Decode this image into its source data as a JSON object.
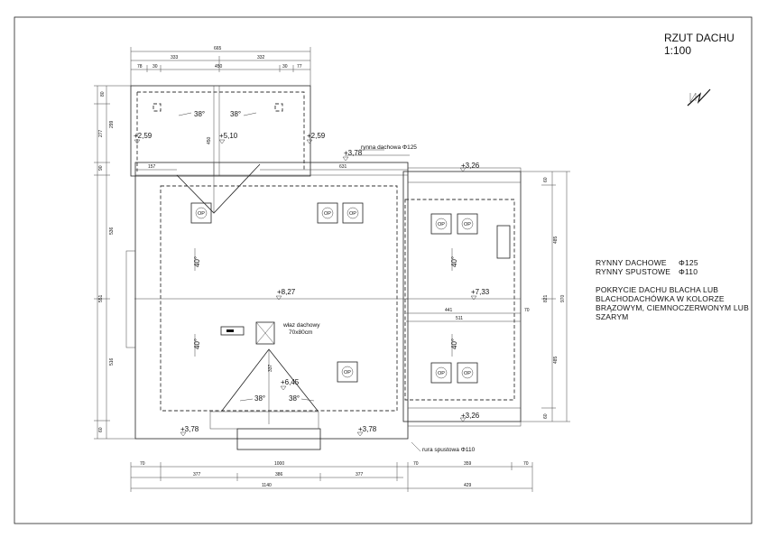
{
  "title": {
    "line1": "RZUT DACHU",
    "line2": "1:100"
  },
  "notes": {
    "gutters_label": "RYNNY DACHOWE",
    "gutters_value": "Φ125",
    "downpipes_label": "RYNNY SPUSTOWE",
    "downpipes_value": "Φ110",
    "covering": [
      "POKRYCIE DACHU BLACHA LUB",
      "BLACHODACHÓWKA W KOLORZE",
      "BRĄZOWYM, CIEMNOCZERWONYM LUB",
      "SZARYM"
    ]
  },
  "labels": {
    "gutter": "rynna dachowa Φ125",
    "downpipe": "rura spustowa Φ110",
    "hatch": "właz dachowy",
    "hatch_size": "70x80cm"
  },
  "levels": {
    "l1": "+2,59",
    "l2": "+5,10",
    "l3": "+2,59",
    "l4": "+3,78",
    "l5": "+3,26",
    "l6": "+8,27",
    "l7": "+7,33",
    "l8": "+6,45",
    "l9": "+3,78",
    "l10": "+3,78",
    "l11": "+3,26"
  },
  "angles": {
    "a1": "38°",
    "a2": "38°",
    "a3": "40°",
    "a4": "40°",
    "a5": "40°",
    "a6": "40°",
    "a7": "38°",
    "a8": "38°"
  },
  "op_label": "OP",
  "dimensions": {
    "top1": "665",
    "top2a": "333",
    "top2b": "332",
    "top3a": "78",
    "top3b": "30",
    "top3c": "450",
    "top3d": "30",
    "top3e": "77",
    "left1": "80",
    "left2": "299",
    "left3": "277",
    "left4": "90",
    "left5": "536",
    "left6": "551",
    "left7": "516",
    "left8": "60",
    "right1": "60",
    "right2": "485",
    "right3": "821",
    "right4": "970",
    "right5": "485",
    "right6": "60",
    "inner_157": "157",
    "inner_631": "631",
    "inner_450": "450",
    "inner_441": "441",
    "inner_70": "70",
    "inner_511": "511",
    "inner_337": "337",
    "bot1a": "70",
    "bot1b": "1000",
    "bot1c": "70",
    "bot1d": "359",
    "bot1e": "70",
    "bot2a": "377",
    "bot2b": "386",
    "bot2c": "377",
    "bot3a": "1140",
    "bot3b": "429"
  }
}
